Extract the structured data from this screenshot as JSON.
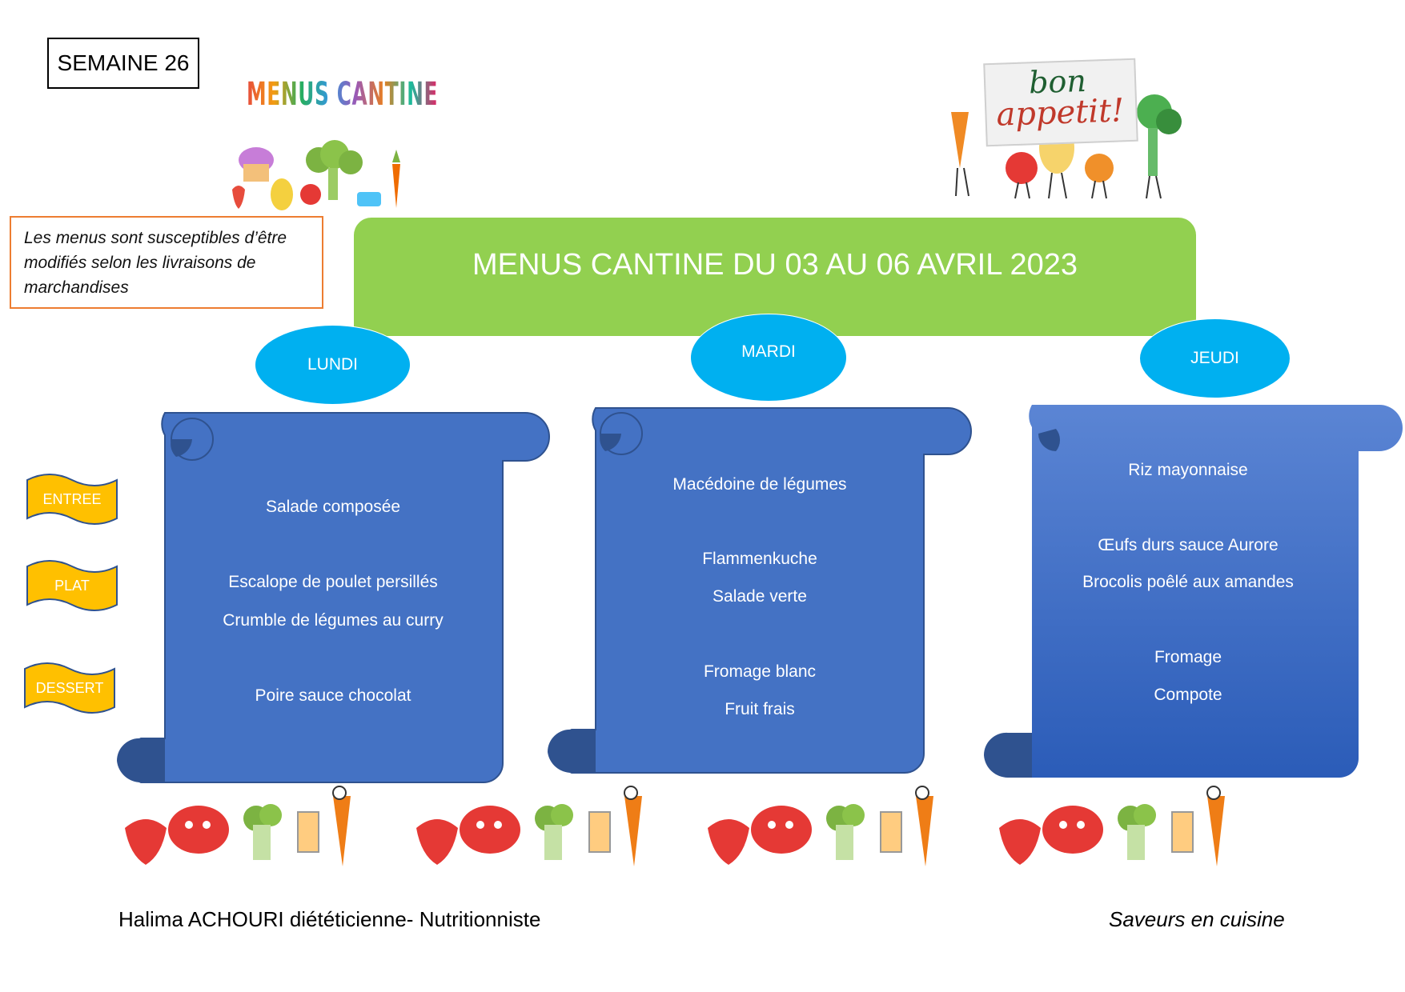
{
  "week": "SEMAINE 26",
  "logo_left_text": "MENUS CANTINE",
  "logo_right": {
    "line1": "bon",
    "line2": "appetit!"
  },
  "notice": "Les menus sont susceptibles d’être modifiés selon les livraisons de marchandises",
  "title": "MENUS CANTINE DU 03 AU 06 AVRIL 2023",
  "courses": {
    "entree": "ENTREE",
    "plat": "PLAT",
    "dessert": "DESSERT"
  },
  "days": [
    {
      "name": "LUNDI",
      "items": [
        "Salade composée",
        "Escalope de poulet  persillés",
        "Crumble de légumes au curry",
        "Poire sauce chocolat"
      ]
    },
    {
      "name": "MARDI",
      "items": [
        "Macédoine de légumes",
        "Flammenkuche",
        "Salade verte",
        "Fromage blanc",
        "Fruit frais"
      ]
    },
    {
      "name": "JEUDI",
      "items": [
        "Riz mayonnaise",
        "Œufs durs sauce Aurore",
        "Brocolis poêlé aux amandes",
        "Fromage",
        "Compote"
      ]
    }
  ],
  "colors": {
    "banner": "#92d050",
    "oval": "#00b0f0",
    "scroll": "#4472c4",
    "scroll_dark": "#2f528f",
    "course_label": "#ffc000",
    "notice_border": "#ed7d31"
  },
  "footer": {
    "left": "Halima ACHOURI diététicienne- Nutritionniste",
    "right": "Saveurs en cuisine"
  }
}
